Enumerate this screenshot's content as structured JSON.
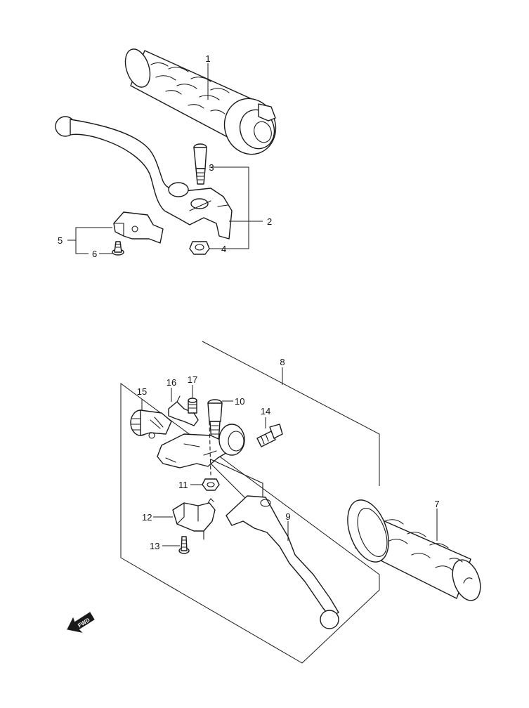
{
  "callouts": {
    "c1": "1",
    "c2": "2",
    "c3": "3",
    "c4": "4",
    "c5": "5",
    "c6": "6",
    "c7": "7",
    "c8": "8",
    "c9": "9",
    "c10": "10",
    "c11": "11",
    "c12": "12",
    "c13": "13",
    "c14": "14",
    "c15": "15",
    "c16": "16",
    "c17": "17"
  },
  "fwd_label": "FWD",
  "colors": {
    "line": "#1a1a1a",
    "background": "#ffffff"
  }
}
